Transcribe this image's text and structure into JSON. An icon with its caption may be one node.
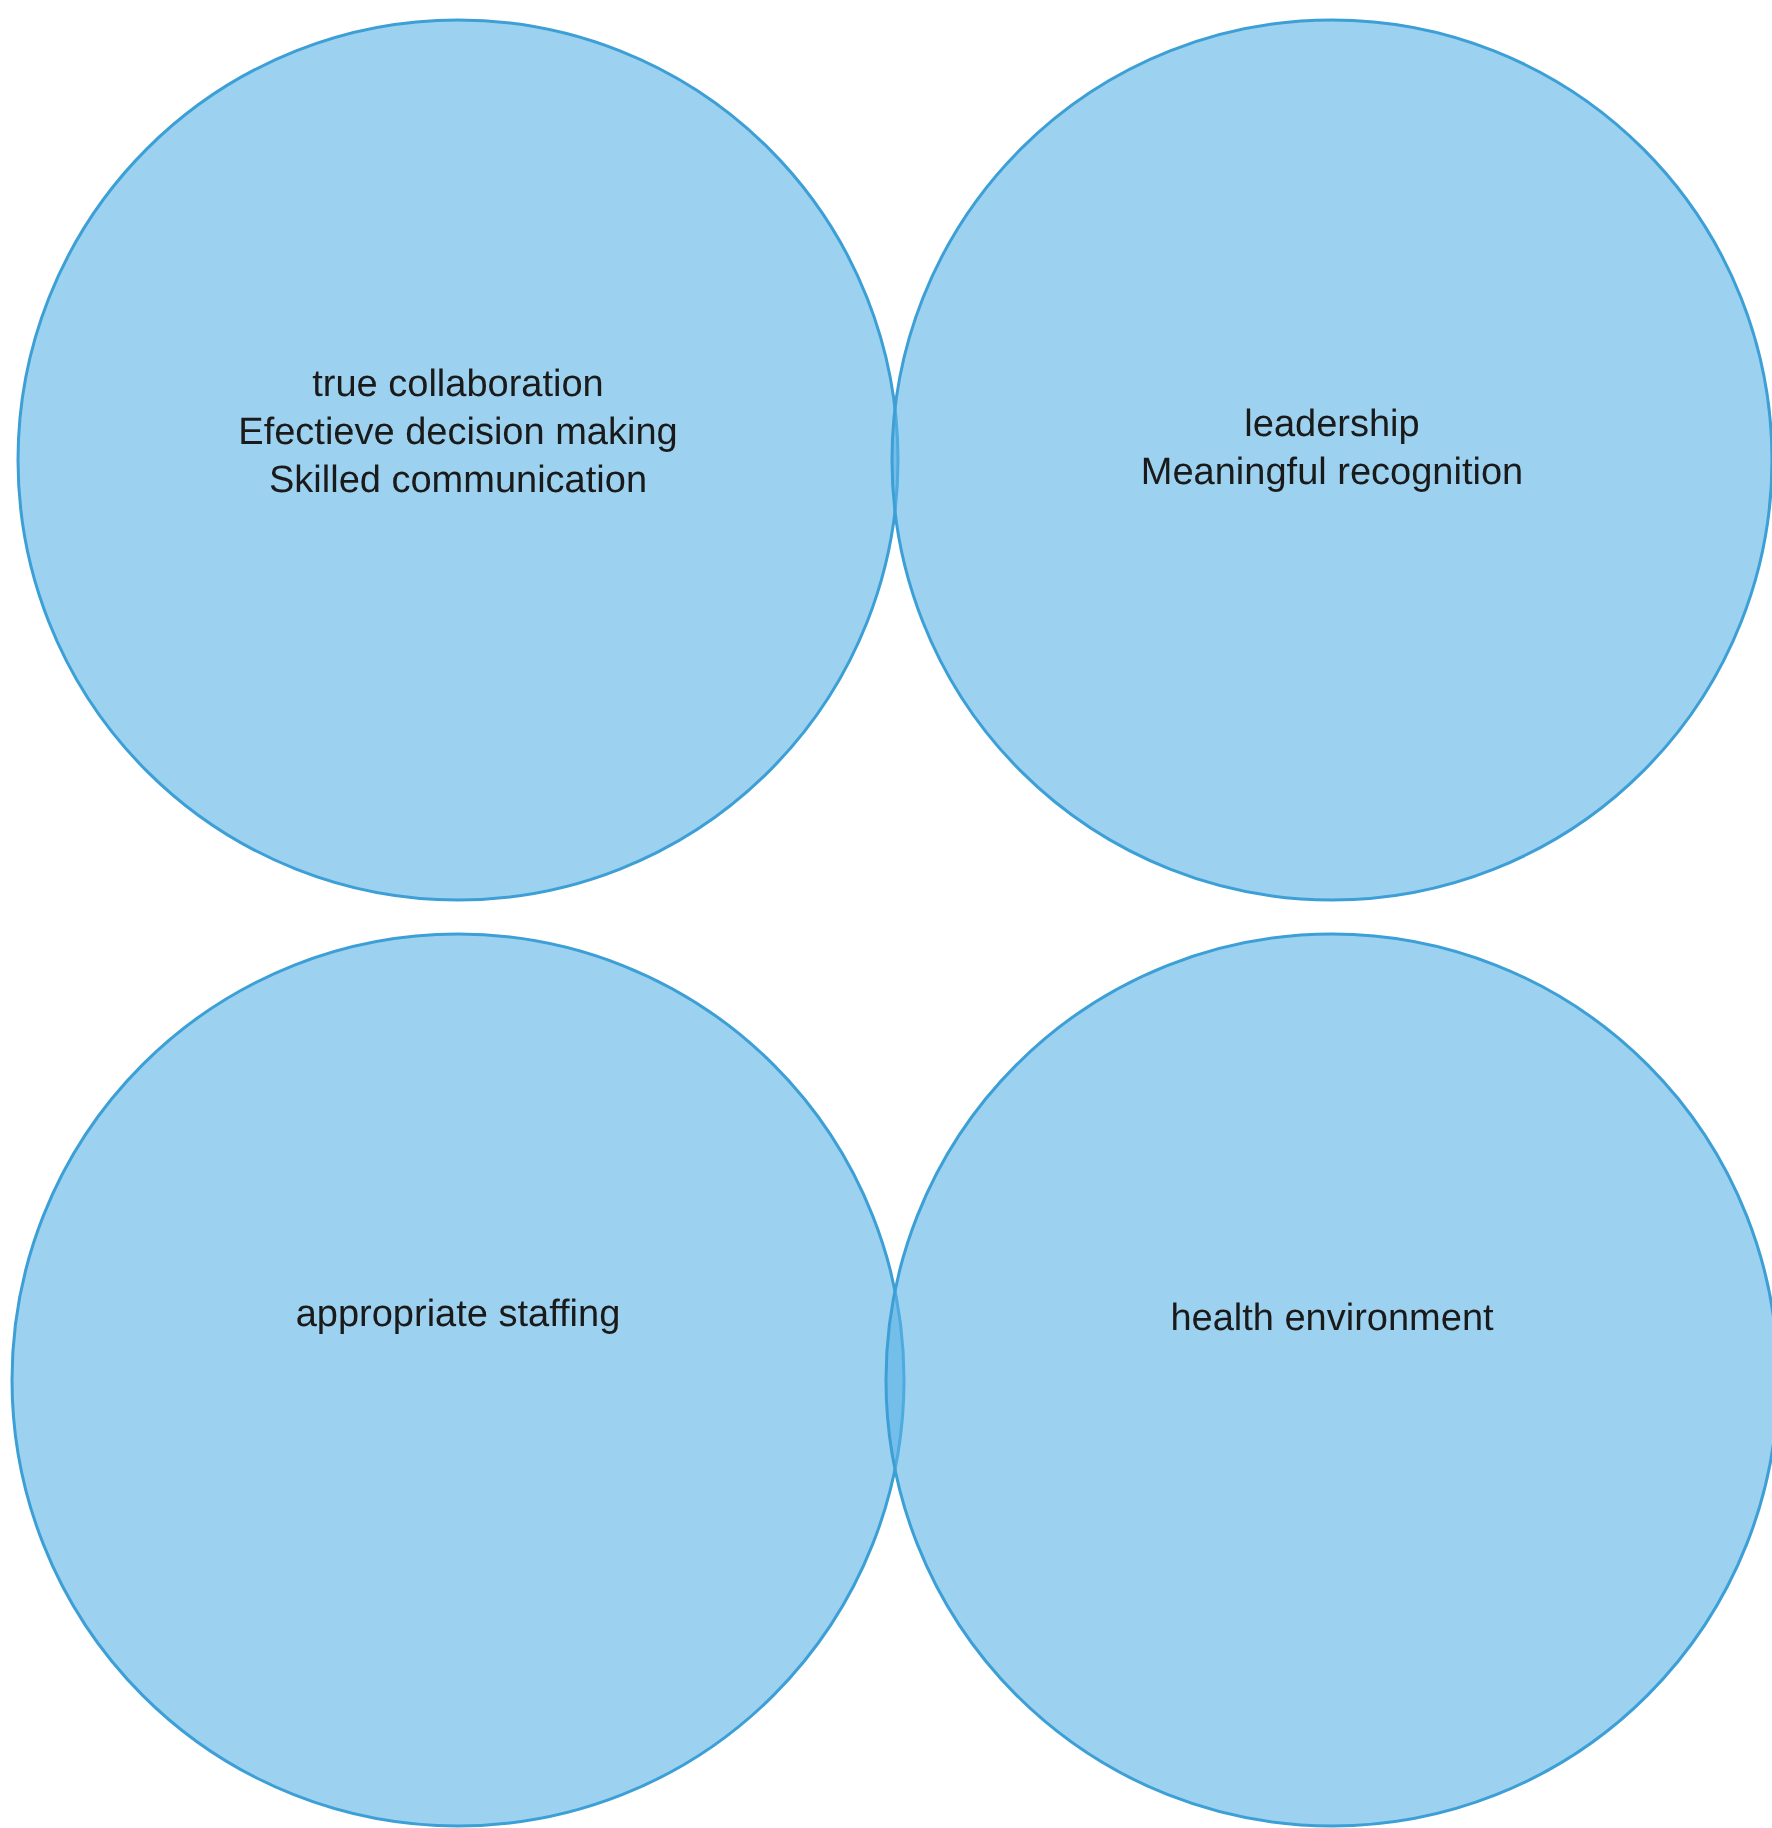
{
  "diagram": {
    "nodes": [
      {
        "text": [
          "true collaboration",
          "Efectieve decision making",
          "Skilled communication"
        ]
      },
      {
        "text": [
          "leadership",
          "Meaningful recognition"
        ]
      },
      {
        "text": [
          "appropriate staffing"
        ]
      },
      {
        "text": [
          "health environment"
        ]
      }
    ]
  }
}
